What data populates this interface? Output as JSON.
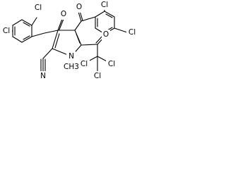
{
  "atom_labels": {
    "cl_left_ring_ortho": "Cl",
    "cl_left_ring_para": "Cl",
    "o_left_carbonyl": "O",
    "o_right_carbonyl": "O",
    "cl_right_ring_ortho": "Cl",
    "cl_right_ring_para": "Cl",
    "n_pyrrole": "N",
    "methyl": "CH3",
    "o_trichloroacetyl": "O",
    "cl_ccl3_1": "Cl",
    "cl_ccl3_2": "Cl",
    "cl_ccl3_3": "Cl",
    "n_nitrile": "N"
  }
}
